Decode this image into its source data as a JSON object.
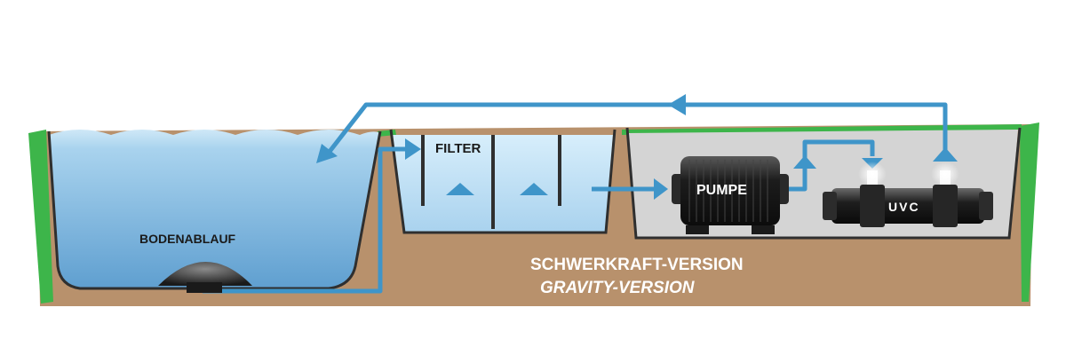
{
  "labels": {
    "bottom_drain": "BODENABLAUF",
    "filter": "FILTER",
    "pump": "PUMPE",
    "uvc": "UVC",
    "version_de": "SCHWERKRAFT-VERSION",
    "version_en": "GRAVITY-VERSION"
  },
  "colors": {
    "earth": "#b8916c",
    "grass": "#3db54a",
    "water_top": "#a9d3ee",
    "water_bottom": "#6aa9d6",
    "filter_water": "#bfe0f5",
    "pump_chamber": "#d4d4d4",
    "flow_arrow": "#3f95c9",
    "wall": "#3a3a3a",
    "device": "#1f1f1f"
  }
}
